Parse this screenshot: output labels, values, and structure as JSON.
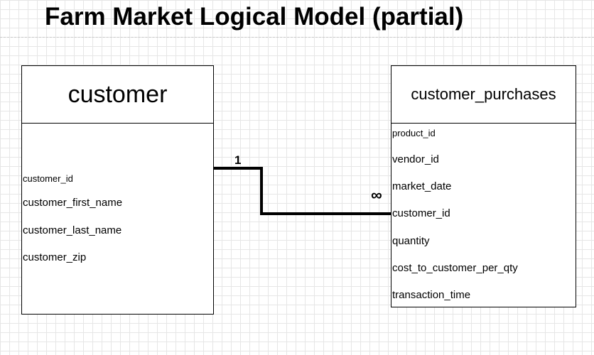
{
  "title": "Farm Market Logical Model (partial)",
  "entities": {
    "customer": {
      "name": "customer",
      "attributes": [
        "customer_id",
        "customer_first_name",
        "customer_last_name",
        "customer_zip"
      ]
    },
    "customer_purchases": {
      "name": "customer_purchases",
      "attributes": [
        "product_id",
        "vendor_id",
        "market_date",
        "customer_id",
        "quantity",
        "cost_to_customer_per_qty",
        "transaction_time"
      ]
    }
  },
  "relationship": {
    "from_cardinality": "1",
    "to_cardinality": "∞"
  }
}
